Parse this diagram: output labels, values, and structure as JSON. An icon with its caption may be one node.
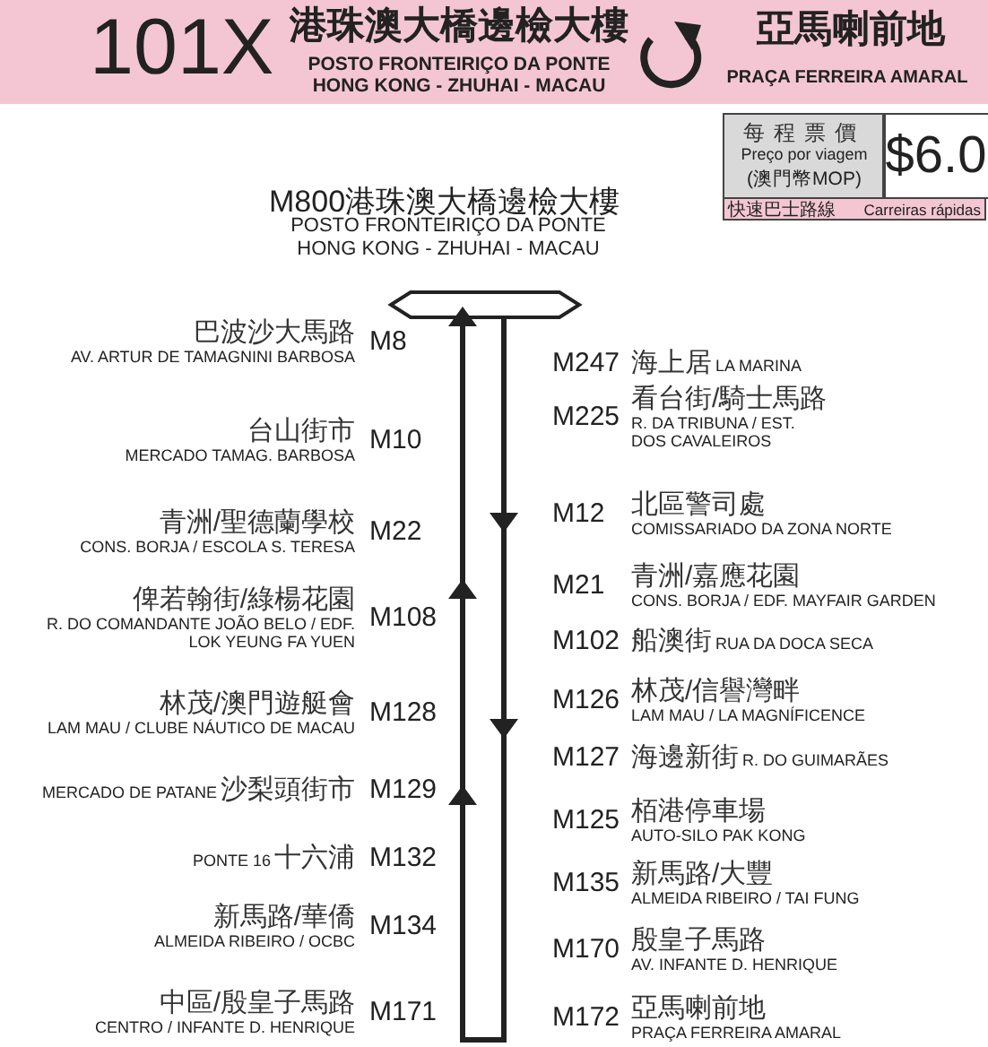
{
  "diagram": {
    "labels": [
      "101X",
      "港珠澳大橋邊檢大樓",
      "POSTO FRONTEIRIÇO DA PONTE HONG KONG - ZHUHAI - MACAU",
      "亞馬喇前地",
      "PRAÇA FERREIRA AMARAL",
      "每程票價",
      "Preço por viagem",
      "(澳門幣MOP)",
      "$6.0",
      "M800",
      "港珠澳大橋邊檢大樓",
      "快速巴士路線",
      "Carreiras rápidas",
      "POSTO FRONTEIRIÇO DA PONTE HONG KONG - ZHUHAI - MACAU",
      "巴波沙大馬路",
      "AV. ARTUR DE TAMAGNINI BARBOSA",
      "M8",
      "M247",
      "海上居",
      "LA MARINA",
      "台山街市",
      "MERCADO TAMAG. BARBOSA",
      "M10",
      "M225",
      "看台街/騎士馬路",
      "R. DA TRIBUNA / EST. DOS CAVALEIROS",
      "M12",
      "北區警司處",
      "COMISSARIADO DA ZONA NORTE",
      "青洲/聖德蘭學校",
      "CONS. BORJA / ESCOLA S. TERESA",
      "M22",
      "M21",
      "青洲/嘉應花園",
      "CONS. BORJA / EDF. MAYFAIR GARDEN",
      "俾若翰街/綠楊花園",
      "R. DO COMANDANTE JOÃO BELO / EDF. LOK YEUNG FA YUEN",
      "M108",
      "M102",
      "船澳街",
      "RUA DA DOCA SECA",
      "M126",
      "林茂/信譽灣畔",
      "LAM MAU / LA MAGNÍFICENCE",
      "林茂/澳門遊艇會",
      "LAM MAU / CLUBE NÁUTICO DE MACAU",
      "M128",
      "M127",
      "海邊新街",
      "R. DO GUIMARÃES",
      "MERCADO DE PATANE",
      "沙梨頭街市",
      "M129",
      "M125",
      "栢港停車場",
      "AUTO-SILO PAK KONG",
      "PONTE 16",
      "十六浦",
      "M132",
      "M135",
      "新馬路/大豐",
      "ALMEIDA RIBEIRO / TAI FUNG",
      "新馬路/華僑",
      "ALMEIDA RIBEIRO / OCBC",
      "M134",
      "M170",
      "殷皇子馬路",
      "AV. INFANTE D. HENRIQUE",
      "中區/殷皇子馬路",
      "CENTRO / INFANTE D. HENRIQUE",
      "M171",
      "M172",
      "亞馬喇前地",
      "PRAÇA FERREIRA AMARAL"
    ]
  }
}
